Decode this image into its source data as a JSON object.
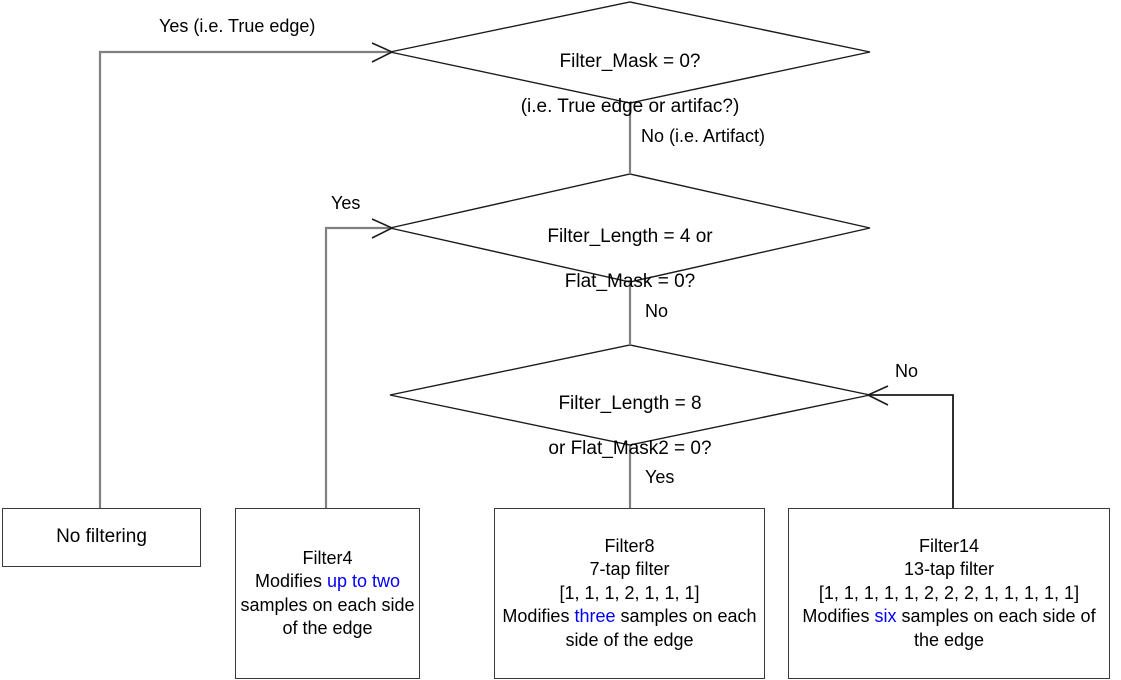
{
  "diagram": {
    "title": "Deblocking filter decision flowchart",
    "colors": {
      "line_gray": "#808080",
      "line_black": "#1a1a1a",
      "box_border": "#3a3a3a",
      "highlight": "#0000ff",
      "text": "#000000",
      "background": "#ffffff"
    },
    "decisions": [
      {
        "id": "filter-mask",
        "line1": "Filter_Mask = 0?",
        "line2": "(i.e. True edge or artifac?)"
      },
      {
        "id": "filter-length-4",
        "line1": "Filter_Length = 4 or",
        "line2": "Flat_Mask = 0?"
      },
      {
        "id": "filter-length-8",
        "line1": "Filter_Length = 8",
        "line2": "or Flat_Mask2 = 0?"
      }
    ],
    "edge_labels": [
      {
        "id": "yes-true-edge",
        "text": "Yes (i.e. True edge)"
      },
      {
        "id": "no-artifact",
        "text": "No (i.e. Artifact)"
      },
      {
        "id": "yes-filter4",
        "text": "Yes"
      },
      {
        "id": "no-to-filter8-decision",
        "text": "No"
      },
      {
        "id": "no-filter14",
        "text": "No"
      },
      {
        "id": "yes-filter8",
        "text": "Yes"
      }
    ],
    "terminals": [
      {
        "id": "no-filtering",
        "lines": [
          {
            "segments": [
              {
                "text": "No filtering",
                "highlight": false
              }
            ]
          }
        ]
      },
      {
        "id": "filter4",
        "lines": [
          {
            "segments": [
              {
                "text": "Filter4",
                "highlight": false
              }
            ]
          },
          {
            "segments": [
              {
                "text": "Modifies ",
                "highlight": false
              },
              {
                "text": "up to two",
                "highlight": true
              },
              {
                "text": " samples on each side of the edge",
                "highlight": false
              }
            ]
          }
        ]
      },
      {
        "id": "filter8",
        "lines": [
          {
            "segments": [
              {
                "text": "Filter8",
                "highlight": false
              }
            ]
          },
          {
            "segments": [
              {
                "text": "7-tap filter",
                "highlight": false
              }
            ]
          },
          {
            "segments": [
              {
                "text": "[1, 1, 1, 2, 1, 1, 1]",
                "highlight": false
              }
            ]
          },
          {
            "segments": [
              {
                "text": "Modifies ",
                "highlight": false
              },
              {
                "text": "three",
                "highlight": true
              },
              {
                "text": " samples on each side of the edge",
                "highlight": false
              }
            ]
          }
        ]
      },
      {
        "id": "filter14",
        "lines": [
          {
            "segments": [
              {
                "text": "Filter14",
                "highlight": false
              }
            ]
          },
          {
            "segments": [
              {
                "text": "13-tap filter",
                "highlight": false
              }
            ]
          },
          {
            "segments": [
              {
                "text": "[1, 1, 1, 1, 1, 2, 2, 2, 1, 1, 1, 1, 1]",
                "highlight": false
              }
            ]
          },
          {
            "segments": [
              {
                "text": "Modifies ",
                "highlight": false
              },
              {
                "text": "six",
                "highlight": true
              },
              {
                "text": " samples on each side of the edge",
                "highlight": false
              }
            ]
          }
        ]
      }
    ]
  }
}
